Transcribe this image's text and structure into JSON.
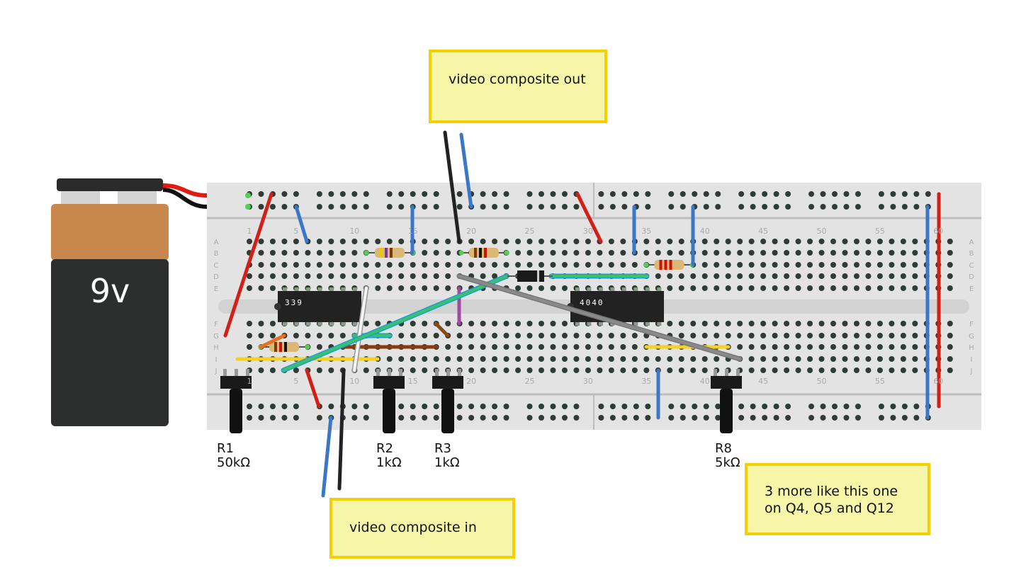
{
  "battery": {
    "label": "9v"
  },
  "chips": [
    {
      "label": "339"
    },
    {
      "label": "4040"
    }
  ],
  "potentiometers": [
    {
      "name": "R1",
      "value": "50kΩ"
    },
    {
      "name": "R2",
      "value": "1kΩ"
    },
    {
      "name": "R3",
      "value": "1kΩ"
    },
    {
      "name": "R8",
      "value": "5kΩ"
    }
  ],
  "notes": {
    "out": "video composite out",
    "in": "video composite in",
    "more_line1": "3 more like this one",
    "more_line2": "on Q4, Q5 and Q12"
  },
  "breadboard": {
    "row_letters_top": [
      "A",
      "B",
      "C",
      "D",
      "E"
    ],
    "row_letters_bottom": [
      "F",
      "G",
      "H",
      "I",
      "J"
    ],
    "column_numbers": [
      "1",
      "5",
      "10",
      "15",
      "20",
      "25",
      "30",
      "35",
      "40",
      "45",
      "50",
      "55",
      "60"
    ]
  },
  "colors": {
    "note_bg": "#f7f5a8",
    "note_border": "#f5d000",
    "board": "#e3e3e3",
    "battery_top": "#c8874c",
    "battery_body": "#2d2f2e"
  }
}
